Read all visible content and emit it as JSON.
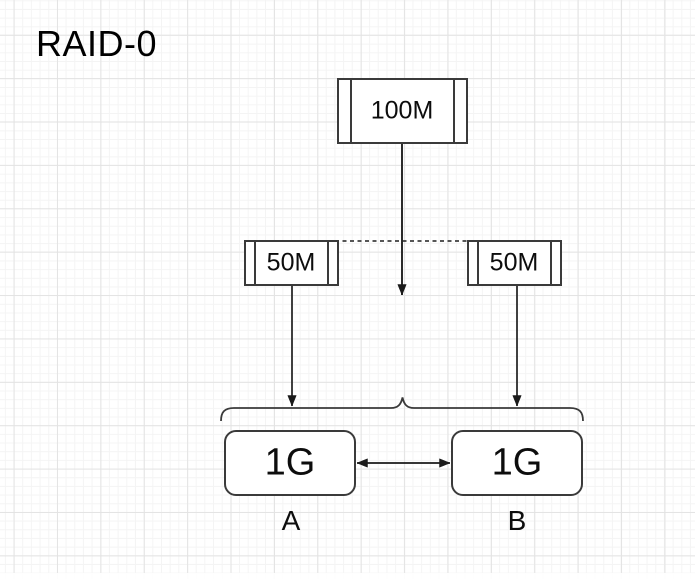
{
  "title": "RAID-0",
  "diagram": {
    "write_block": {
      "label": "100M"
    },
    "stripe_blocks": [
      {
        "label": "50M"
      },
      {
        "label": "50M"
      }
    ],
    "disks": [
      {
        "capacity": "1G",
        "name": "A"
      },
      {
        "capacity": "1G",
        "name": "B"
      }
    ]
  },
  "colors": {
    "background": "#ffffff",
    "grid_minor": "#f4f4f4",
    "grid_major": "#e3e3e3",
    "shape_stroke": "#3a3a3a",
    "arrow": "#1a1a1a",
    "text": "#0d0d0d"
  }
}
